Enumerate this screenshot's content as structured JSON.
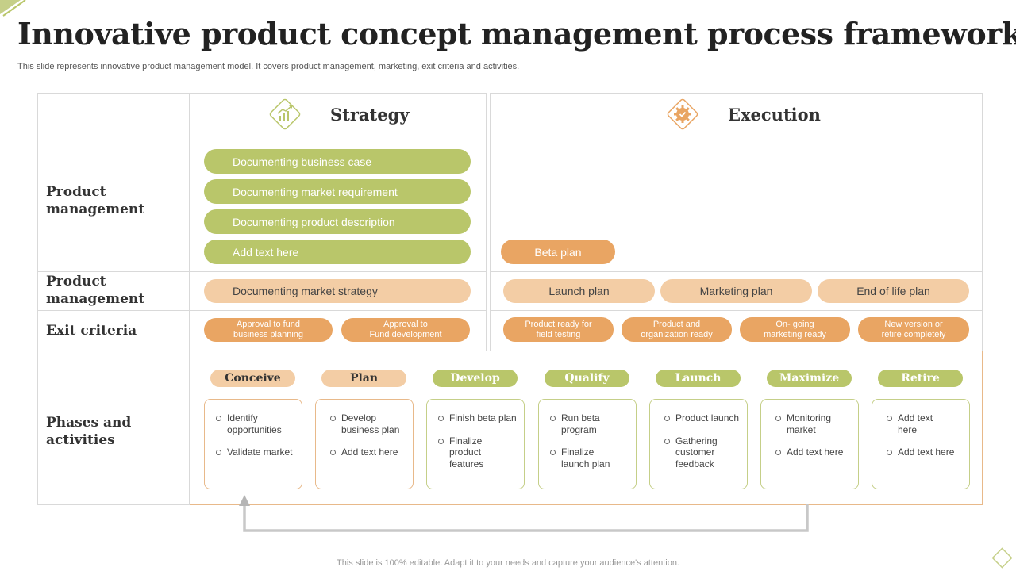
{
  "title": "Innovative product concept management process framework",
  "subtitle": "This slide represents innovative product management model. It covers product management, marketing, exit criteria and activities.",
  "columns": {
    "strategy": {
      "label": "Strategy",
      "icon": "growth-chart-icon"
    },
    "execution": {
      "label": "Execution",
      "icon": "gear-check-icon"
    }
  },
  "rows": {
    "product_management_1": "Product management",
    "product_management_2": "Product management",
    "exit_criteria": "Exit criteria",
    "phases": "Phases and activities"
  },
  "strategy_items": [
    "Documenting business case",
    "Documenting market requirement",
    "Documenting product description",
    "Add text here"
  ],
  "execution_item": "Beta plan",
  "marketing_strategy": "Documenting market strategy",
  "marketing_execution": [
    "Launch plan",
    "Marketing plan",
    "End of life plan"
  ],
  "exit_strategy": [
    [
      "Approval to fund",
      "business planning"
    ],
    [
      "Approval to",
      "Fund development"
    ]
  ],
  "exit_execution": [
    [
      "Product ready for",
      "field testing"
    ],
    [
      "Product and",
      "organization ready"
    ],
    [
      "On- going",
      "marketing ready"
    ],
    [
      "New version or",
      "retire completely"
    ]
  ],
  "phases": [
    {
      "name": "Conceive",
      "activities": [
        "Identify opportunities",
        "Validate market"
      ]
    },
    {
      "name": "Plan",
      "activities": [
        "Develop business plan",
        "Add text here"
      ]
    },
    {
      "name": "Develop",
      "activities": [
        "Finish beta plan",
        "Finalize product features"
      ]
    },
    {
      "name": "Qualify",
      "activities": [
        "Run beta program",
        "Finalize launch plan"
      ]
    },
    {
      "name": "Launch",
      "activities": [
        "Product launch",
        "Gathering customer feedback"
      ]
    },
    {
      "name": "Maximize",
      "activities": [
        "Monitoring market",
        "Add text here"
      ]
    },
    {
      "name": "Retire",
      "activities": [
        "Add text here",
        "Add text here"
      ]
    }
  ],
  "footer": "This slide is 100% editable. Adapt it to your needs and capture your audience's attention.",
  "colors": {
    "green": "#b9c66a",
    "orange": "#e9a563",
    "peach": "#f3cda5",
    "border": "#d9d9d9"
  }
}
